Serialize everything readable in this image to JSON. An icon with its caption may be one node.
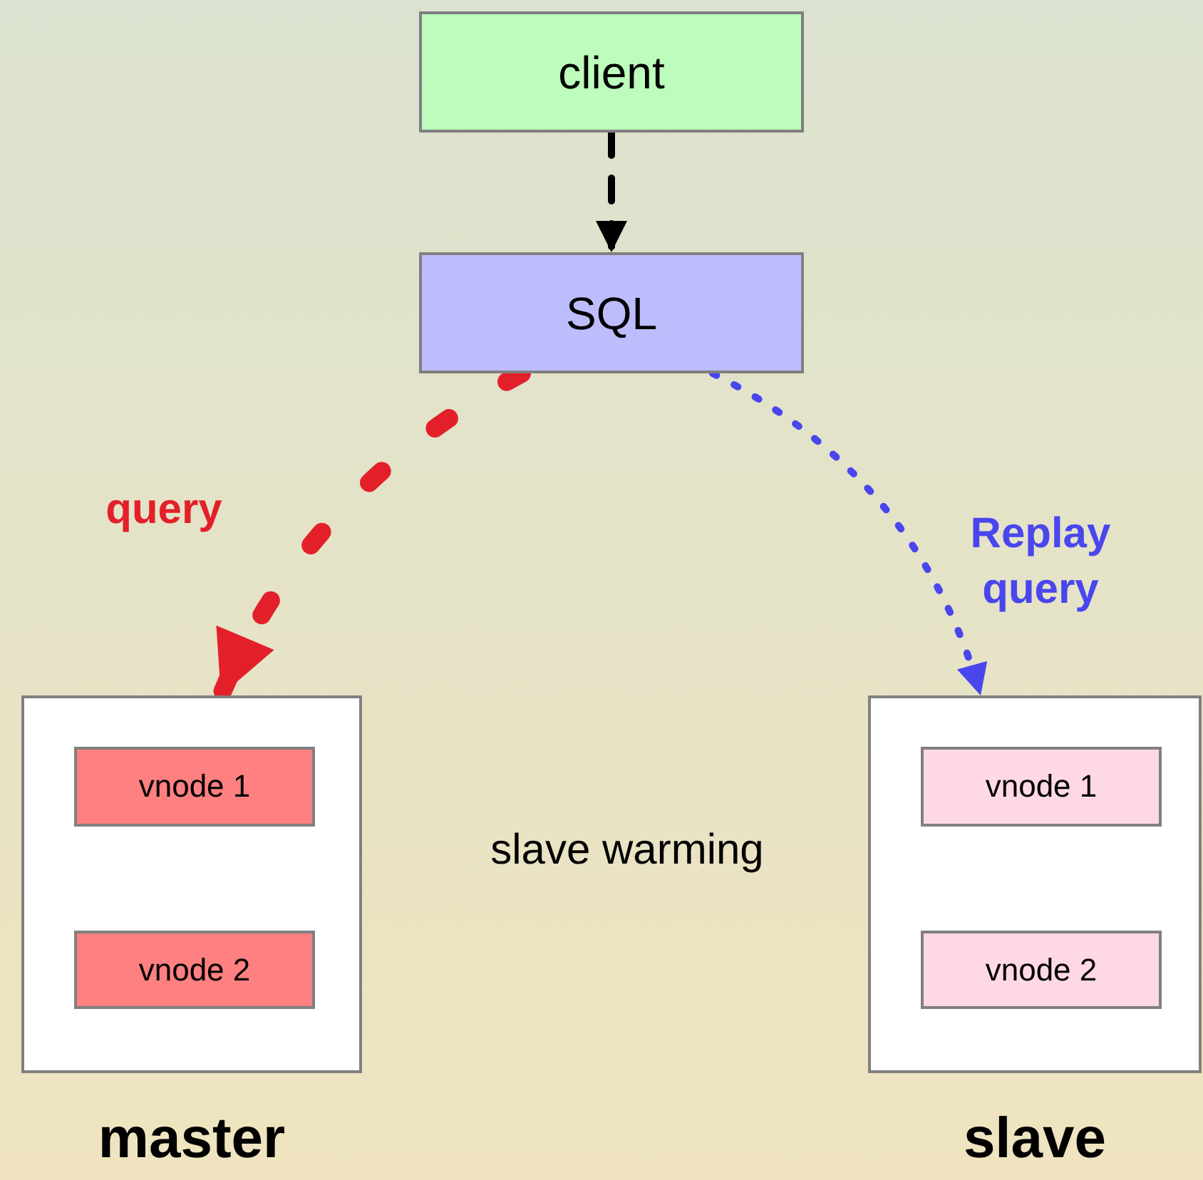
{
  "diagram": {
    "nodes": [
      {
        "text": [
          "client"
        ]
      },
      {
        "text": [
          "SQL"
        ]
      },
      {
        "text": [
          "master"
        ]
      },
      {
        "text": [
          "vnode 1"
        ],
        "in": 2
      },
      {
        "text": [
          "vnode 2"
        ],
        "in": 2
      },
      {
        "text": [
          "slave"
        ]
      },
      {
        "text": [
          "vnode 1"
        ],
        "in": 5
      },
      {
        "text": [
          "vnode 2"
        ],
        "in": 5
      }
    ],
    "edges": [
      {
        "from": 0,
        "to": 1,
        "arrow": "to",
        "style": "dashed"
      },
      {
        "from": 1,
        "to": 2,
        "arrow": "to",
        "label": "query",
        "style": "dashed",
        "color": "#e3202a"
      },
      {
        "from": 1,
        "to": 5,
        "arrow": "to",
        "label": "Replay query",
        "style": "dashed",
        "color": "#4a46ee"
      }
    ],
    "labels": [
      "slave warming"
    ]
  }
}
